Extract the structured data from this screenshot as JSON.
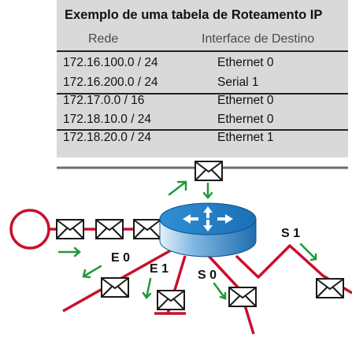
{
  "table": {
    "title": "Exemplo de uma tabela de Roteamento IP",
    "headers": {
      "network": "Rede",
      "interface": "Interface de Destino"
    },
    "rows": [
      {
        "network": "172.16.100.0 / 24",
        "interface": "Ethernet 0"
      },
      {
        "network": "172.16.200.0 / 24",
        "interface": "Serial 1"
      },
      {
        "network": "172.17.0.0 / 16",
        "interface": "Ethernet 0"
      },
      {
        "network": "172.18.10.0 / 24",
        "interface": "Ethernet 0"
      },
      {
        "network": "172.18.20.0 / 24",
        "interface": "Ethernet 1"
      }
    ]
  },
  "diagram": {
    "interfaces": {
      "e0": "E 0",
      "e1": "E 1",
      "s0": "S 0",
      "s1": "S 1"
    },
    "colors": {
      "link": "#c8102e",
      "arrow": "#1f9a3c",
      "router": "#1e7cc4",
      "table_bg": "#d9d9d9"
    },
    "icons": [
      "router-icon",
      "envelope-icon",
      "arrow-icon"
    ]
  }
}
